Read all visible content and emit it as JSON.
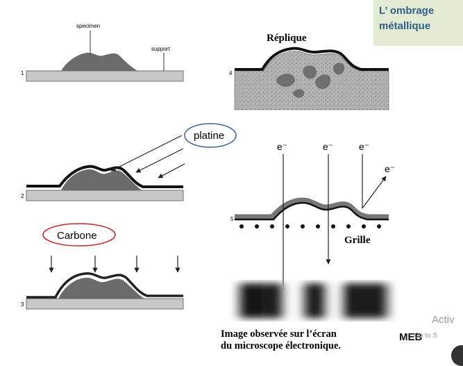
{
  "title": {
    "line1": "L’ ombrage",
    "line2": "métallique"
  },
  "panel1": {
    "step": "1",
    "specimen_label": "specimen",
    "support_label": "support"
  },
  "panel2": {
    "step": "2",
    "platine_label": "platine"
  },
  "panel3": {
    "step": "3",
    "carbone_label": "Carbone"
  },
  "panel4": {
    "step": "4",
    "replique_label": "Réplique"
  },
  "panel5": {
    "step": "5",
    "electron_labels": [
      "e⁻",
      "e⁻",
      "e⁻",
      "e⁻"
    ],
    "grille_label": "Grille",
    "caption_line1": "Image observée sur l’écran",
    "caption_line2": "du microscope électronique."
  },
  "meb_label": "MEB",
  "overlay": {
    "activate": "Activ",
    "goto": "Go to S"
  },
  "colors": {
    "title_bg": "#e3ecd3",
    "title_text": "#2f5f8f",
    "platine_circle": "#3b5ea8",
    "carbone_circle": "#d62020",
    "specimen_fill": "#6b6b6b",
    "support_fill": "#c8c8c8"
  }
}
